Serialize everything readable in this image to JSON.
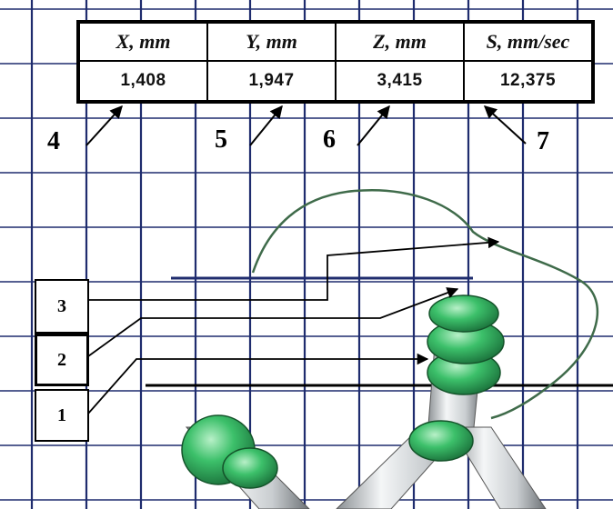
{
  "readout": {
    "headers": [
      "X, mm",
      "Y, mm",
      "Z, mm",
      "S, mm/sec"
    ],
    "values": [
      "1,408",
      "1,947",
      "3,415",
      "12,375"
    ]
  },
  "callouts": {
    "top": [
      "4",
      "5",
      "6",
      "7"
    ],
    "side": [
      "3",
      "2",
      "1"
    ]
  },
  "colors": {
    "grid": "#1f2c6e",
    "path_trace": "#3f6b4a",
    "joint_green": "#2fb25a",
    "link_gray": "#cfd3d6"
  }
}
